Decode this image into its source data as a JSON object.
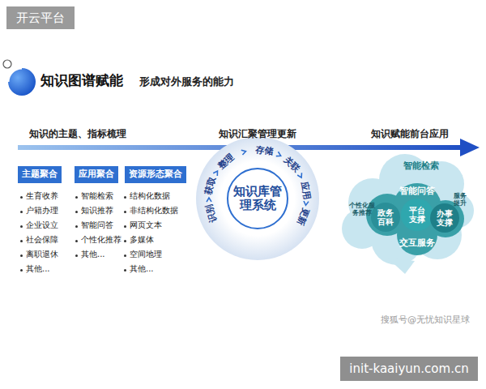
{
  "diagram": {
    "title": "知识图谱赋能",
    "nodes": [
      {
        "text": [
          "主题聚合"
        ]
      },
      {
        "text": [
          "应用聚合"
        ]
      },
      {
        "text": [
          "资源形态聚合"
        ]
      },
      {
        "text": [
          "知识库管理系统"
        ]
      },
      {
        "text": [
          "政务百科"
        ]
      },
      {
        "text": [
          "平台支撑"
        ]
      },
      {
        "text": [
          "办事支撑"
        ]
      }
    ],
    "labels": [
      "开云平台",
      "形成对外服务的能力",
      "知识的主题、指标梳理",
      "知识汇聚管理更新",
      "知识赋能前台应用",
      "生育收养",
      "户籍办理",
      "企业设立",
      "社会保障",
      "离职退休",
      "其他...",
      "智能检索",
      "知识推荐",
      "智能问答",
      "个性化推荐",
      "其他...",
      "结构化数据",
      "非结构化数据",
      "网页文本",
      "多媒体",
      "空间地理",
      "其他...",
      "识别",
      "获取",
      "整理",
      "存储",
      "关联",
      "应用",
      "更新",
      "智能检索",
      "个性化服务推荐",
      "服务提升",
      "智能问答",
      "交互服务",
      "搜狐号@无忧知识星球",
      "init-kaaiyun.com.cn"
    ]
  }
}
